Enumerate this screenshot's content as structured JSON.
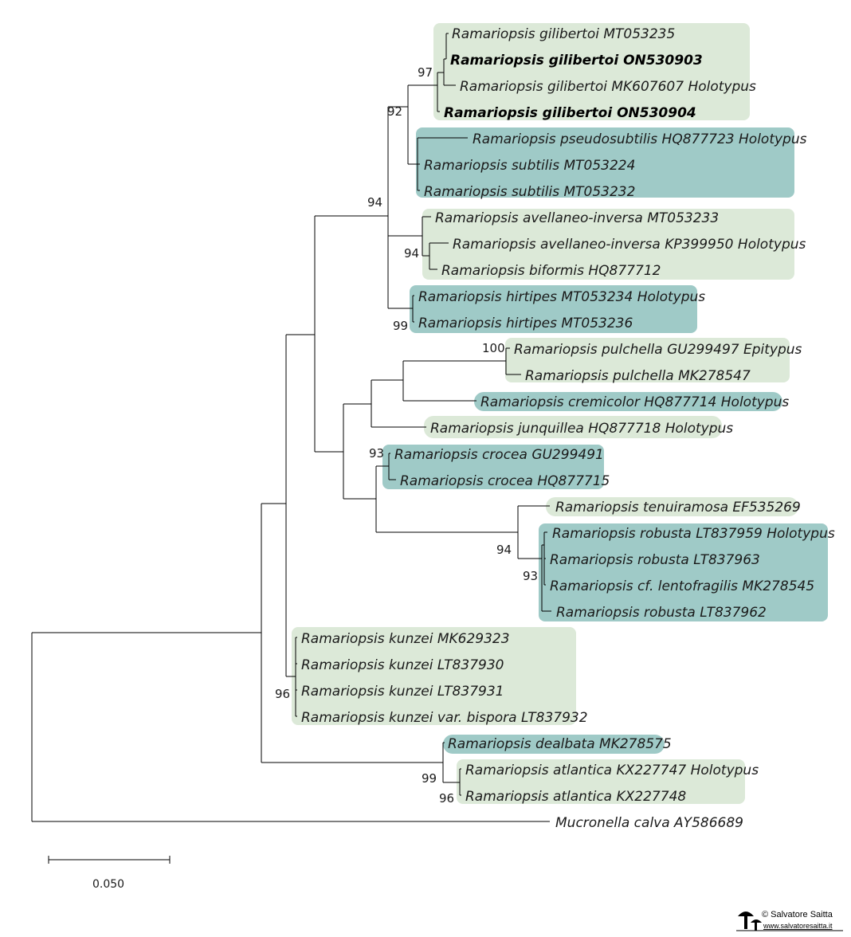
{
  "colors": {
    "light_box": "#dce9d8",
    "dark_box": "#9fcac7",
    "branch": "#000000"
  },
  "taxa": [
    {
      "id": "t1",
      "label": "Ramariopsis gilibertoi MT053235",
      "bold": false
    },
    {
      "id": "t2",
      "label": "Ramariopsis gilibertoi ON530903",
      "bold": true
    },
    {
      "id": "t3",
      "label": "Ramariopsis gilibertoi MK607607 Holotypus",
      "bold": false
    },
    {
      "id": "t4",
      "label": "Ramariopsis gilibertoi ON530904",
      "bold": true
    },
    {
      "id": "t5",
      "label": "Ramariopsis pseudosubtilis HQ877723 Holotypus",
      "bold": false
    },
    {
      "id": "t6",
      "label": "Ramariopsis subtilis MT053224",
      "bold": false
    },
    {
      "id": "t7",
      "label": "Ramariopsis subtilis MT053232",
      "bold": false
    },
    {
      "id": "t8",
      "label": "Ramariopsis avellaneo-inversa MT053233",
      "bold": false
    },
    {
      "id": "t9",
      "label": "Ramariopsis avellaneo-inversa KP399950 Holotypus",
      "bold": false
    },
    {
      "id": "t10",
      "label": "Ramariopsis biformis HQ877712",
      "bold": false
    },
    {
      "id": "t11",
      "label": "Ramariopsis hirtipes MT053234 Holotypus",
      "bold": false
    },
    {
      "id": "t12",
      "label": "Ramariopsis hirtipes MT053236",
      "bold": false
    },
    {
      "id": "t13",
      "label": "Ramariopsis pulchella GU299497 Epitypus",
      "bold": false
    },
    {
      "id": "t14",
      "label": "Ramariopsis pulchella MK278547",
      "bold": false
    },
    {
      "id": "t15",
      "label": "Ramariopsis cremicolor HQ877714 Holotypus",
      "bold": false
    },
    {
      "id": "t16",
      "label": "Ramariopsis junquillea HQ877718 Holotypus",
      "bold": false
    },
    {
      "id": "t17",
      "label": "Ramariopsis crocea GU299491",
      "bold": false
    },
    {
      "id": "t18",
      "label": "Ramariopsis crocea HQ877715",
      "bold": false
    },
    {
      "id": "t19",
      "label": "Ramariopsis tenuiramosa EF535269",
      "bold": false
    },
    {
      "id": "t20",
      "label": "Ramariopsis robusta LT837959 Holotypus",
      "bold": false
    },
    {
      "id": "t21",
      "label": "Ramariopsis robusta LT837963",
      "bold": false
    },
    {
      "id": "t22",
      "label": "Ramariopsis cf. lentofragilis MK278545",
      "bold": false
    },
    {
      "id": "t23",
      "label": "Ramariopsis robusta LT837962",
      "bold": false
    },
    {
      "id": "t24",
      "label": "Ramariopsis kunzei MK629323",
      "bold": false
    },
    {
      "id": "t25",
      "label": "Ramariopsis kunzei LT837930",
      "bold": false
    },
    {
      "id": "t26",
      "label": "Ramariopsis kunzei LT837931",
      "bold": false
    },
    {
      "id": "t27",
      "label": "Ramariopsis kunzei var. bispora LT837932",
      "bold": false
    },
    {
      "id": "t28",
      "label": "Ramariopsis dealbata MK278575",
      "bold": false
    },
    {
      "id": "t29",
      "label": "Ramariopsis atlantica KX227747 Holotypus",
      "bold": false
    },
    {
      "id": "t30",
      "label": "Ramariopsis atlantica KX227748",
      "bold": false
    },
    {
      "id": "t31",
      "label": "Mucronella calva AY586689",
      "bold": false
    }
  ],
  "clades": [
    {
      "id": "c1",
      "tone": "light",
      "members": "t1-t4"
    },
    {
      "id": "c2",
      "tone": "dark",
      "members": "t5-t7"
    },
    {
      "id": "c3",
      "tone": "light",
      "members": "t8-t10"
    },
    {
      "id": "c4",
      "tone": "dark",
      "members": "t11-t12"
    },
    {
      "id": "c5",
      "tone": "light",
      "members": "t13-t14"
    },
    {
      "id": "c6",
      "tone": "dark",
      "members": "t15"
    },
    {
      "id": "c7",
      "tone": "light",
      "members": "t16"
    },
    {
      "id": "c8",
      "tone": "dark",
      "members": "t17-t18"
    },
    {
      "id": "c9",
      "tone": "light",
      "members": "t19"
    },
    {
      "id": "c10",
      "tone": "dark",
      "members": "t20-t23"
    },
    {
      "id": "c11",
      "tone": "light",
      "members": "t24-t27"
    },
    {
      "id": "c12",
      "tone": "dark",
      "members": "t28"
    },
    {
      "id": "c13",
      "tone": "light",
      "members": "t29-t30"
    }
  ],
  "support_values": [
    "97",
    "92",
    "94",
    "94",
    "99",
    "100",
    "93",
    "94",
    "93",
    "96",
    "99",
    "96"
  ],
  "scale_bar": {
    "label": "0.050"
  },
  "watermark": {
    "text": "© Salvatore Saitta",
    "url": "www.salvatoresaitta.it"
  }
}
